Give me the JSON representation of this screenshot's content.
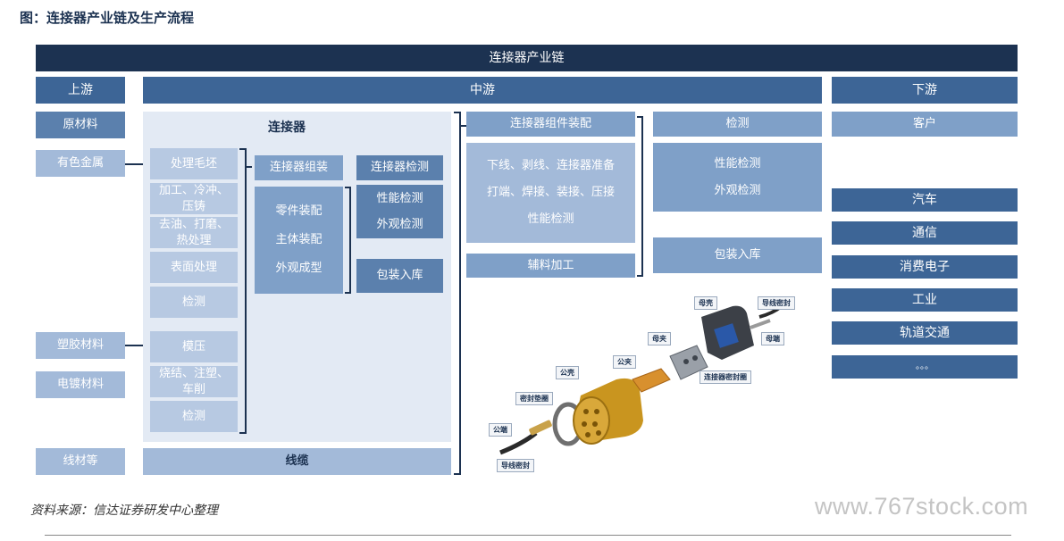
{
  "figure_title": "图：连接器产业链及生产流程",
  "header": "连接器产业链",
  "columns": {
    "upstream": "上游",
    "midstream": "中游",
    "downstream": "下游"
  },
  "upstream": {
    "raw_material": "原材料",
    "nonferrous": "有色金属",
    "plastic": "塑胶材料",
    "plating": "电镀材料",
    "wire": "线材等"
  },
  "connector_section": {
    "title": "连接器",
    "metal_steps": [
      "处理毛坯",
      "加工、冷冲、压铸",
      "去油、打磨、热处理",
      "表面处理",
      "检测"
    ],
    "plastic_steps": [
      "模压",
      "烧结、注塑、车削",
      "检测"
    ],
    "assembly": "连接器组装",
    "assembly_detail": [
      "零件装配",
      "主体装配",
      "外观成型"
    ],
    "inspection": "连接器检测",
    "inspection_detail": [
      "性能检测",
      "外观检测"
    ],
    "packaging": "包装入库"
  },
  "cable": "线缆",
  "component_assembly": {
    "title": "连接器组件装配",
    "detail": [
      "下线、剥线、连接器准备",
      "打端、焊接、装接、压接",
      "性能检测"
    ],
    "aux": "辅料加工"
  },
  "testing": {
    "title": "检测",
    "detail": [
      "性能检测",
      "外观检测"
    ],
    "packaging": "包装入库"
  },
  "downstream": {
    "customer": "客户",
    "industries": [
      "汽车",
      "通信",
      "消费电子",
      "工业",
      "轨道交通",
      "。。。"
    ]
  },
  "part_labels": {
    "female_shell": "母壳",
    "wire_seal_top": "导线密封",
    "female_clip": "母夹",
    "female_terminal": "母端",
    "male_clip": "公夹",
    "connector_seal": "连接器密封圈",
    "male_shell": "公壳",
    "seal_gasket": "密封垫圈",
    "male_terminal": "公端",
    "wire_seal_bottom": "导线密封"
  },
  "source": "资料来源：信达证券研发中心整理",
  "watermark": "www.767stock.com",
  "colors": {
    "dark": "#1c3251",
    "mid": "#3d6596",
    "light": "#7fa0c8",
    "pale": "#a3bad9",
    "panel": "#e3eaf4"
  }
}
